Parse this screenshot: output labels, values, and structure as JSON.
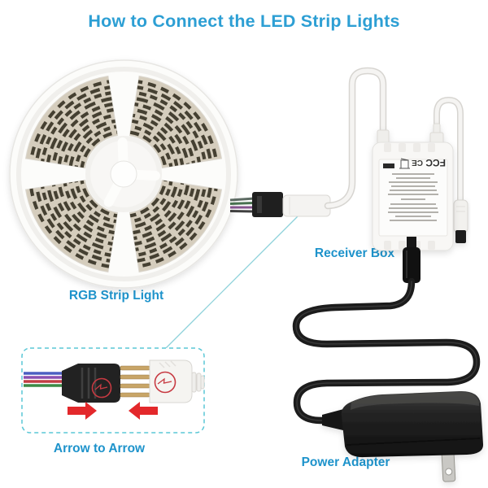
{
  "title": "How to Connect the LED Strip Lights",
  "captions": {
    "strip": "RGB Strip Light",
    "receiver": "Receiver Box",
    "connector_detail": "Arrow to Arrow",
    "adapter": "Power Adapter"
  },
  "receiver_label_markings": {
    "fcc": "FCC",
    "ce": "CE"
  },
  "colors": {
    "title": "#2D9FD4",
    "caption": "#1E93CB",
    "arrow_red": "#E3282B",
    "marking_circle_red": "#C73A42",
    "callout": "#8ED2DA",
    "detail_border": "#5AC7D6",
    "pin_gold": "#C8A567",
    "strip_base": "#D5CDBD",
    "strip_led_dark": "#454031",
    "adapter_black": "#1C1C1C",
    "cable_white": "#F5F4F2"
  }
}
